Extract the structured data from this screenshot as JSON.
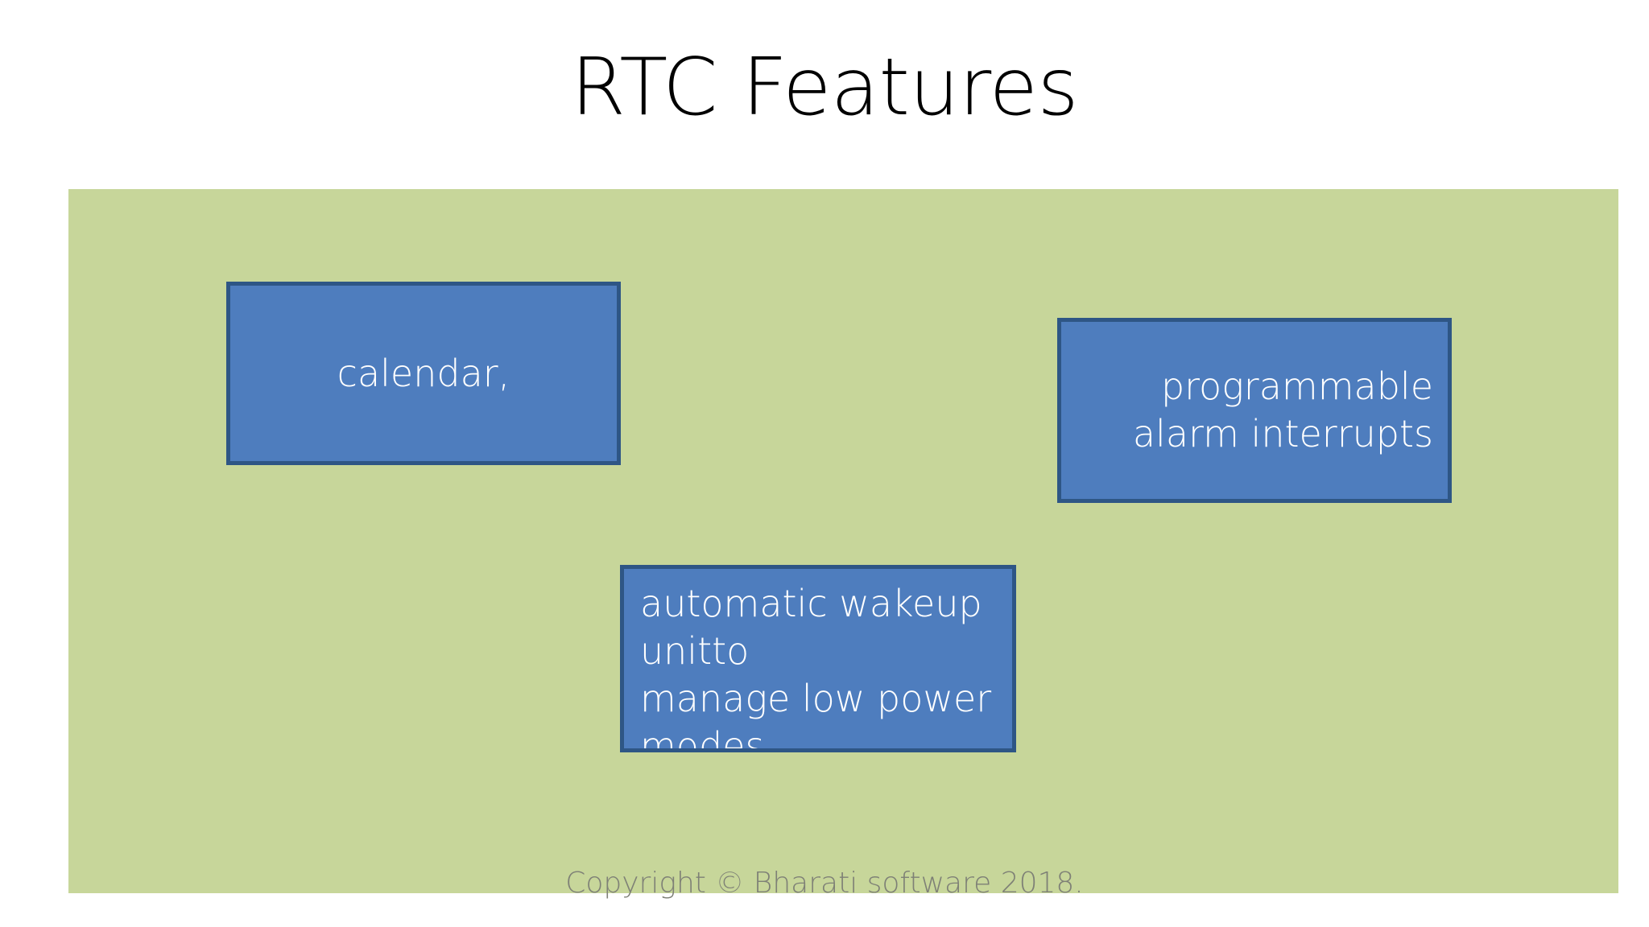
{
  "slide": {
    "title": "RTC Features",
    "background_color": "#ffffff",
    "panel_color": "#c7d69a",
    "box_fill_color": "#4e7dbe",
    "box_border_color": "#2e5685",
    "box_text_color": "#ffffff",
    "title_color": "#000000",
    "footer_color": "#7e8076"
  },
  "boxes": [
    {
      "id": "calendar",
      "text": "calendar,",
      "align": "center"
    },
    {
      "id": "alarm",
      "text": "programmable alarm interrupts",
      "align": "right"
    },
    {
      "id": "wakeup",
      "text": "automatic wakeup unitto\nmanage low power modes",
      "align": "left"
    }
  ],
  "footer": {
    "copyright": "Copyright © Bharati software 2018."
  }
}
